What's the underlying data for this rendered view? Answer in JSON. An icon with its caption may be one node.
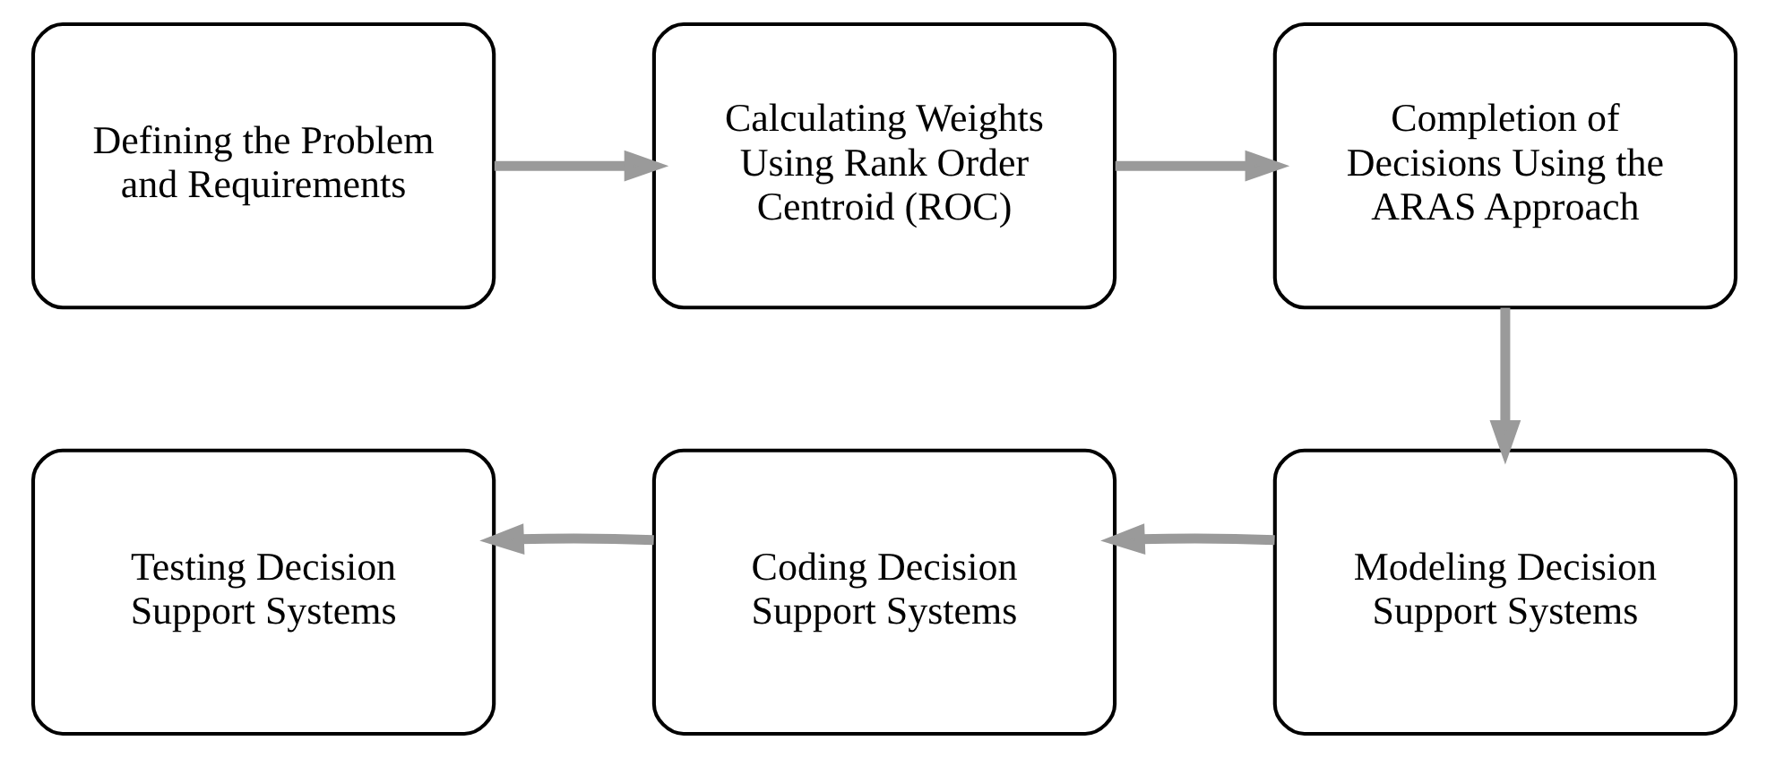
{
  "diagram": {
    "nodes": [
      {
        "text": [
          "Defining the Problem and Requirements"
        ]
      },
      {
        "text": [
          "Calculating Weights Using Rank Order Centroid (ROC)"
        ]
      },
      {
        "text": [
          "Completion of Decisions Using the ARAS Approach"
        ]
      },
      {
        "text": [
          "Testing Decision Support Systems"
        ]
      },
      {
        "text": [
          "Coding Decision Support Systems"
        ]
      },
      {
        "text": [
          "Modeling Decision Support Systems"
        ]
      }
    ],
    "edges": [
      {
        "from": 0,
        "to": 1,
        "arrow": "to"
      },
      {
        "from": 1,
        "to": 2,
        "arrow": "to"
      },
      {
        "from": 2,
        "to": 5,
        "arrow": "to"
      },
      {
        "from": 5,
        "to": 4,
        "arrow": "to"
      },
      {
        "from": 4,
        "to": 3,
        "arrow": "to"
      }
    ]
  }
}
